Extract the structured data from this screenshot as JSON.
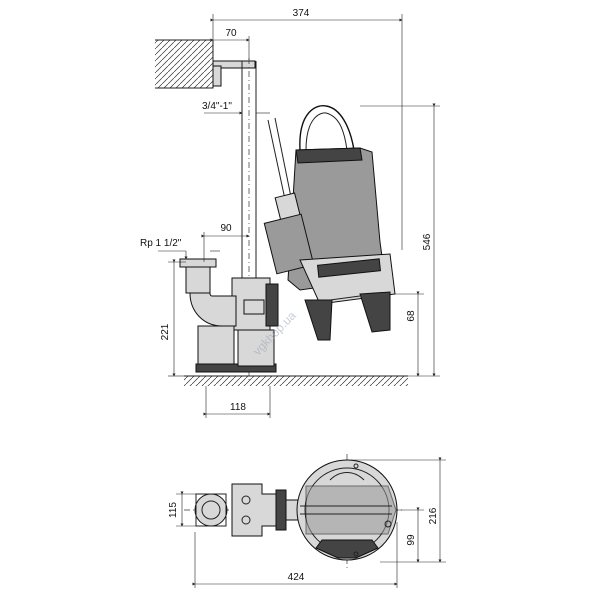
{
  "dimensions": {
    "width_total": "374",
    "offset_top": "70",
    "pipe_size": "3/4\"-1\"",
    "offset_mid": "90",
    "outlet_thread": "Rp 1 1/2\"",
    "height_total": "546",
    "height_outlet": "221",
    "height_inlet": "68",
    "base_width": "118",
    "plan_depth": "216",
    "plan_outlet": "115",
    "plan_offset": "99",
    "plan_width": "424"
  },
  "watermark": "vgkhop.ua"
}
